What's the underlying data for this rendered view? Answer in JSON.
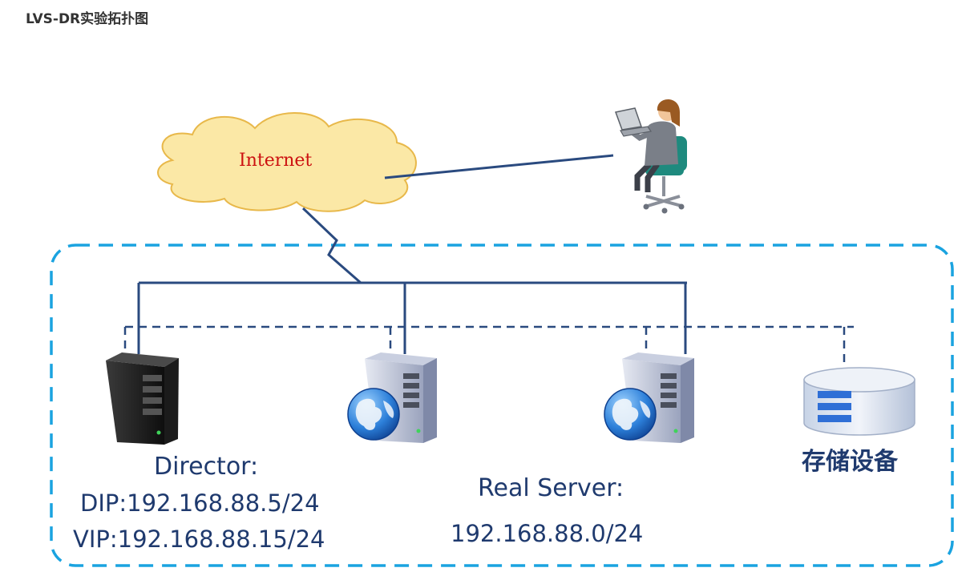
{
  "title": "LVS-DR实验拓扑图",
  "internet": {
    "label": "Internet"
  },
  "client": {
    "icon": "user-at-laptop-icon"
  },
  "director": {
    "icon": "black-server-icon",
    "heading": "Director:",
    "dip": "DIP:192.168.88.5/24",
    "vip": "VIP:192.168.88.15/24"
  },
  "real_servers": {
    "icon": "web-server-globe-icon",
    "heading": "Real Server:",
    "network": "192.168.88.0/24"
  },
  "storage": {
    "icon": "storage-cylinder-icon",
    "label": "存储设备"
  },
  "colors": {
    "lan_border": "#1aa3e0",
    "link": "#2a4a7f",
    "cloud_fill": "#fbe8a6",
    "cloud_stroke": "#e8b84a",
    "text_blue": "#1f3a6e",
    "internet_red": "#cc1111"
  }
}
